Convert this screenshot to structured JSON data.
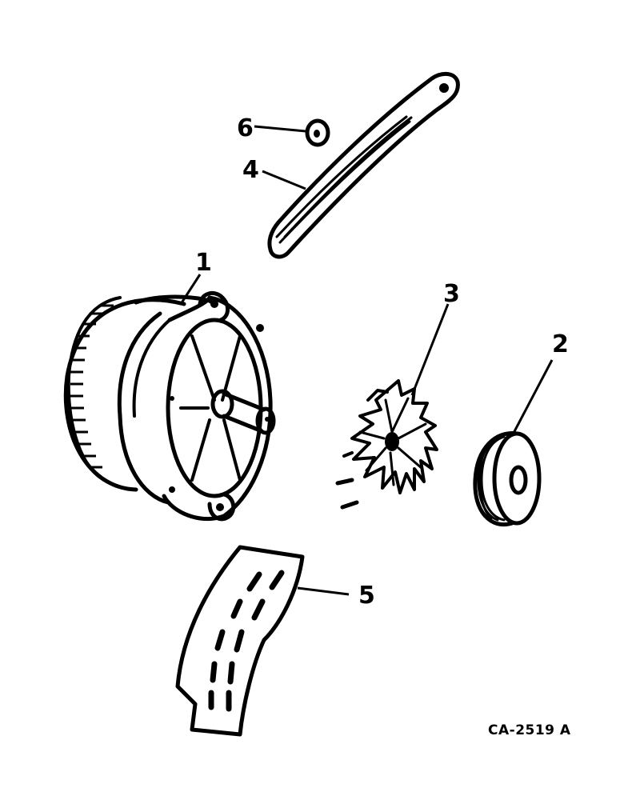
{
  "diagram": {
    "drawing_code": "CA-2519 A",
    "callouts": [
      {
        "id": "1",
        "label": "1",
        "icon": "alternator-icon"
      },
      {
        "id": "2",
        "label": "2",
        "icon": "pulley-icon"
      },
      {
        "id": "3",
        "label": "3",
        "icon": "fan-icon"
      },
      {
        "id": "4",
        "label": "4",
        "icon": "adjusting-brace-icon"
      },
      {
        "id": "5",
        "label": "5",
        "icon": "shield-icon"
      },
      {
        "id": "6",
        "label": "6",
        "icon": "washer-icon"
      }
    ],
    "colors": {
      "ink": "#000000",
      "paper": "#ffffff"
    }
  }
}
